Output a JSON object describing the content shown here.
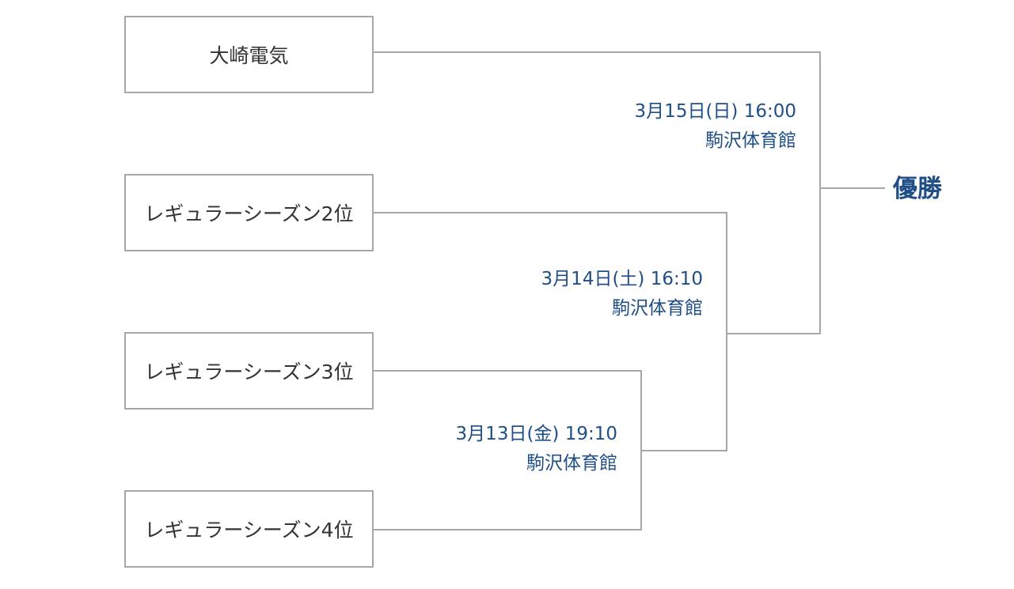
{
  "colors": {
    "line": "#a7a7a7",
    "box_border": "#a7a7a7",
    "team_text": "#333333",
    "accent": "#1f4f86"
  },
  "teams": [
    "大崎電気",
    "レギュラーシーズン2位",
    "レギュラーシーズン3位",
    "レギュラーシーズン4位"
  ],
  "matches": [
    {
      "date": "3月13日(金) 19:10",
      "venue": "駒沢体育館"
    },
    {
      "date": "3月14日(土) 16:10",
      "venue": "駒沢体育館"
    },
    {
      "date": "3月15日(日) 16:00",
      "venue": "駒沢体育館"
    }
  ],
  "champion_label": "優勝"
}
